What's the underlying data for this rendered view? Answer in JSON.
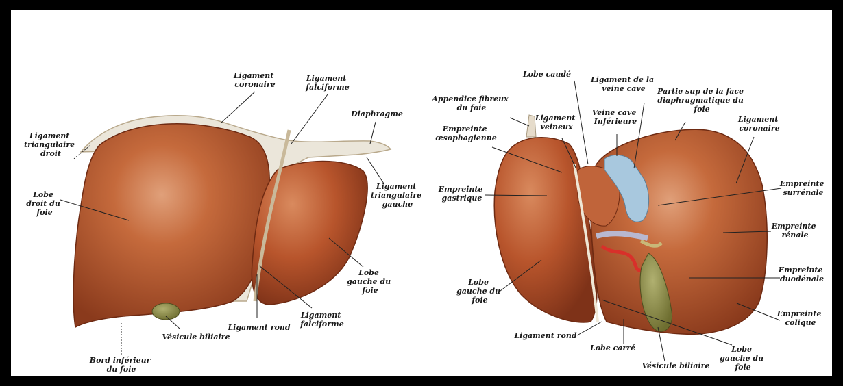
{
  "left_view": {
    "labels": {
      "lig_coronaire": [
        "Ligament",
        "coronaire"
      ],
      "lig_falciforme_top": [
        "Ligament",
        "falciforme"
      ],
      "diaphragme": [
        "Diaphragme"
      ],
      "lig_tri_droit": [
        "Ligament",
        "triangulaire",
        "droit"
      ],
      "lobe_droit": [
        "Lobe",
        "droit du",
        "foie"
      ],
      "lig_tri_gauche": [
        "Ligament",
        "triangulaire",
        "gauche"
      ],
      "lobe_gauche": [
        "Lobe",
        "gauche du",
        "foie"
      ],
      "lig_rond": [
        "Ligament rond"
      ],
      "lig_falciforme_bottom": [
        "Ligament",
        "falciforme"
      ],
      "vesicule": [
        "Vésicule biliaire"
      ],
      "bord_inferieur": [
        "Bord inférieur",
        "du foie"
      ]
    }
  },
  "right_view": {
    "labels": {
      "lobe_caude": [
        "Lobe caudé"
      ],
      "lig_veine_cave": [
        "Ligament de la",
        "veine cave"
      ],
      "partie_sup": [
        "Partie sup de la face",
        "diaphragmatique du",
        "foie"
      ],
      "appendice": [
        "Appendice fibreux",
        "du foie"
      ],
      "lig_veineux": [
        "Ligament",
        "veineux"
      ],
      "veine_cave_inf": [
        "Veine cave",
        "Inférieure"
      ],
      "lig_coronaire": [
        "Ligament",
        "coronaire"
      ],
      "emp_oeso": [
        "Empreinte",
        "œsophagienne"
      ],
      "emp_gastrique": [
        "Empreinte",
        "gastrique"
      ],
      "emp_surrenale": [
        "Empreinte",
        "surrénale"
      ],
      "emp_renale": [
        "Empreinte",
        "rénale"
      ],
      "emp_duodenale": [
        "Empreinte",
        "duodénale"
      ],
      "emp_colique": [
        "Empreinte",
        "colique"
      ],
      "lobe_gauche": [
        "Lobe",
        "gauche du",
        "foie"
      ],
      "lig_rond": [
        "Ligament rond"
      ],
      "lobe_carre": [
        "Lobe carré"
      ],
      "vesicule": [
        "Vésicule biliaire"
      ],
      "lobe_gauche_bottom": [
        "Lobe",
        "gauche du",
        "foie"
      ]
    }
  },
  "colors": {
    "liver": "#b8552c",
    "liver_light": "#d8855a",
    "liver_dark": "#8a3a1c",
    "membrane": "#eae6dc",
    "gallbladder": "#8a8a48",
    "vena_cava": "#a8c8de",
    "artery": "#d8302a"
  }
}
